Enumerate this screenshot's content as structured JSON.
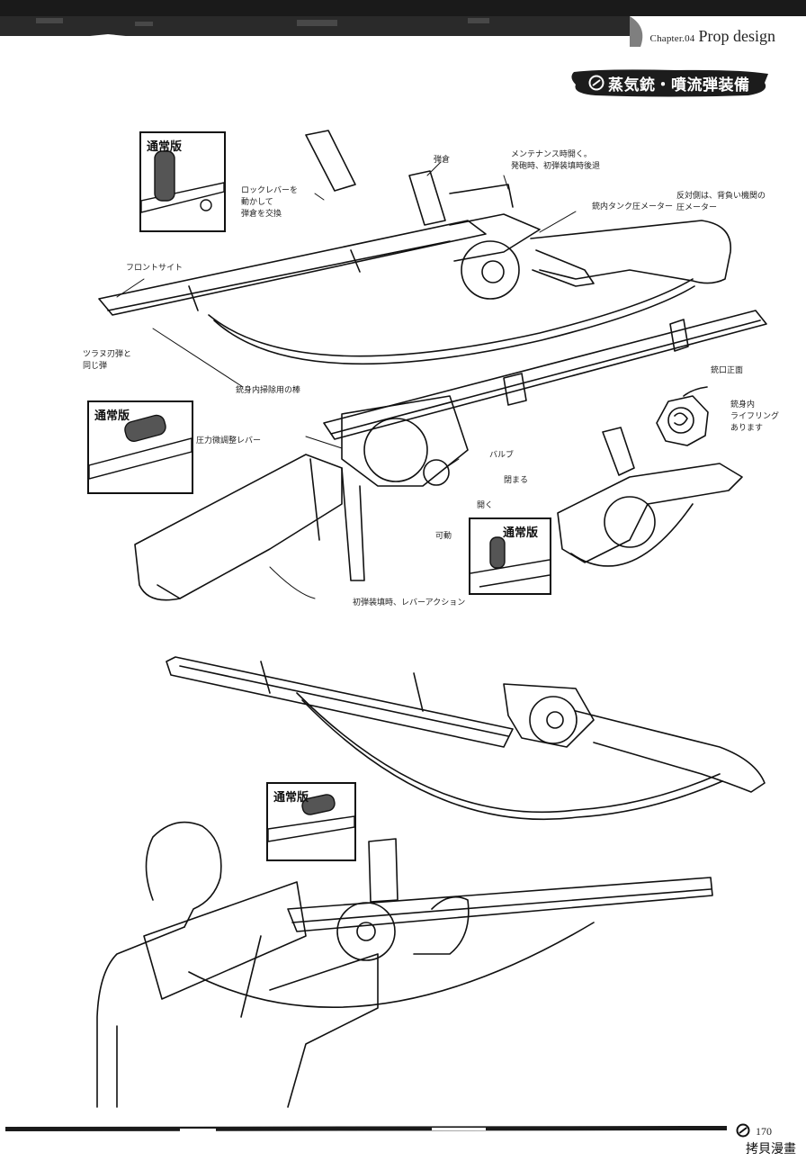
{
  "header": {
    "chapter_prefix": "Chapter.04",
    "chapter_title": "Prop design"
  },
  "section": {
    "title": "蒸気銃・噴流弾装備",
    "icon": "gear-emblem-icon"
  },
  "insets": [
    {
      "label": "通常版"
    },
    {
      "label": "通常版"
    },
    {
      "label": "通常版"
    },
    {
      "label": "通常版"
    }
  ],
  "notes": {
    "magazine": "弾倉",
    "lock_lever": "ロックレバーを\n動かして\n弾倉を交換",
    "maintenance": "メンテナンス時開く。\n発砲時、初弾装填時後退",
    "pressure_meter_side": "銃内タンク圧メーター",
    "pressure_meter_opposite": "反対側は、背負い機関の\n圧メーター",
    "front_sight": "フロントサイト",
    "tsurasu": "ツラヌ刃弾と\n同じ弾",
    "cleaning_rod": "銃身内掃除用の棒",
    "muzzle_front": "銃口正面",
    "rifling": "銃身内\nライフリング\nあります",
    "pressure_dial": "圧力微調整レバー",
    "valve": "バルブ",
    "close": "閉まる",
    "open": "開く",
    "movable": "可動",
    "first_load": "初弾装填時、レバーアクション"
  },
  "footer": {
    "page_number": "170",
    "icon": "gear-emblem-icon",
    "watermark": "拷貝漫畫"
  }
}
